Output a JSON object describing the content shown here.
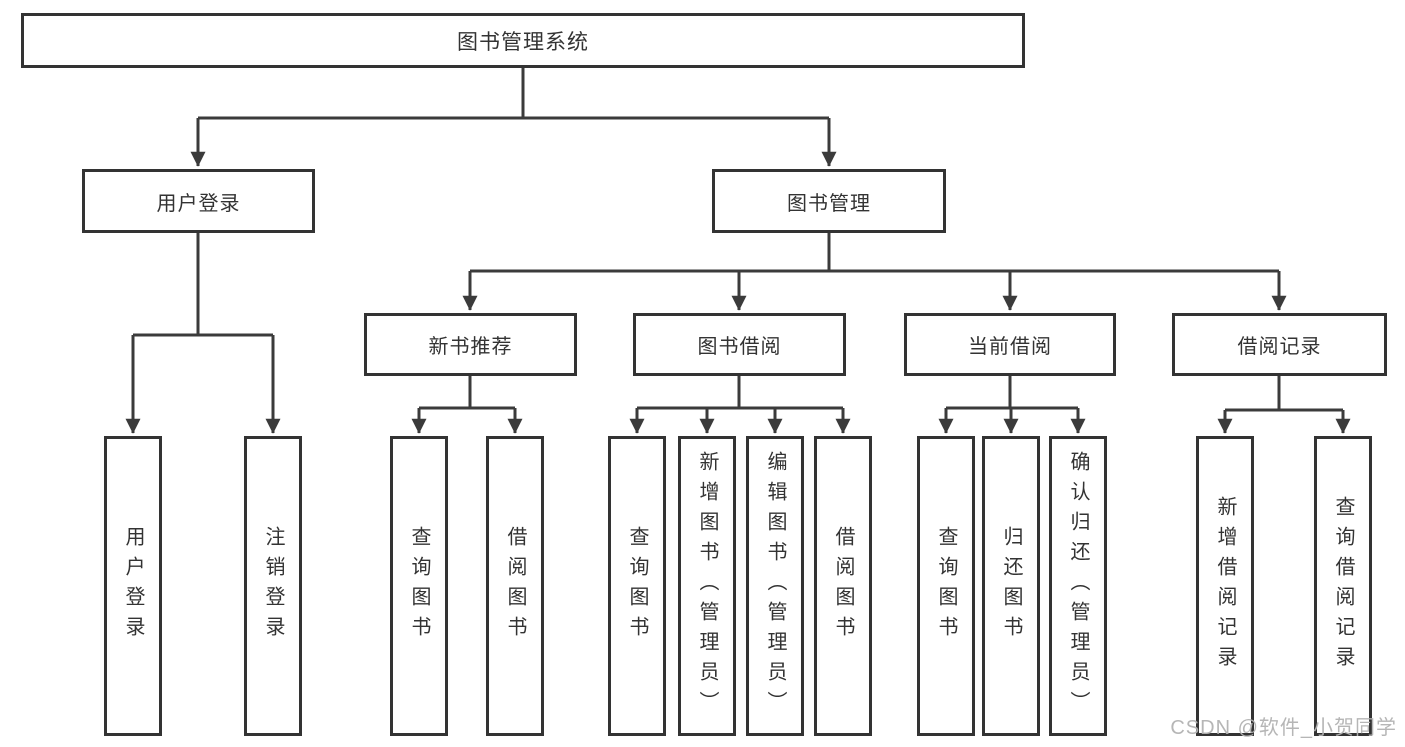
{
  "tree": {
    "root": "图书管理系统",
    "nodes": [
      {
        "label": "用户登录",
        "children": [
          "用户登录",
          "注销登录"
        ]
      },
      {
        "label": "图书管理",
        "children": [
          {
            "label": "新书推荐",
            "children": [
              "查询图书",
              "借阅图书"
            ]
          },
          {
            "label": "图书借阅",
            "children": [
              "查询图书",
              "新增图书（管理员）",
              "编辑图书（管理员）",
              "借阅图书"
            ]
          },
          {
            "label": "当前借阅",
            "children": [
              "查询图书",
              "归还图书",
              "确认归还（管理员）"
            ]
          },
          {
            "label": "借阅记录",
            "children": [
              "新增借阅记录",
              "查询借阅记录"
            ]
          }
        ]
      }
    ]
  },
  "watermark": "CSDN @软件_小贺同学",
  "colors": {
    "line": "#3b3b3b",
    "box_border": "#333333",
    "text": "#333333",
    "watermark": "#b2b2b2",
    "background": "#ffffff"
  }
}
